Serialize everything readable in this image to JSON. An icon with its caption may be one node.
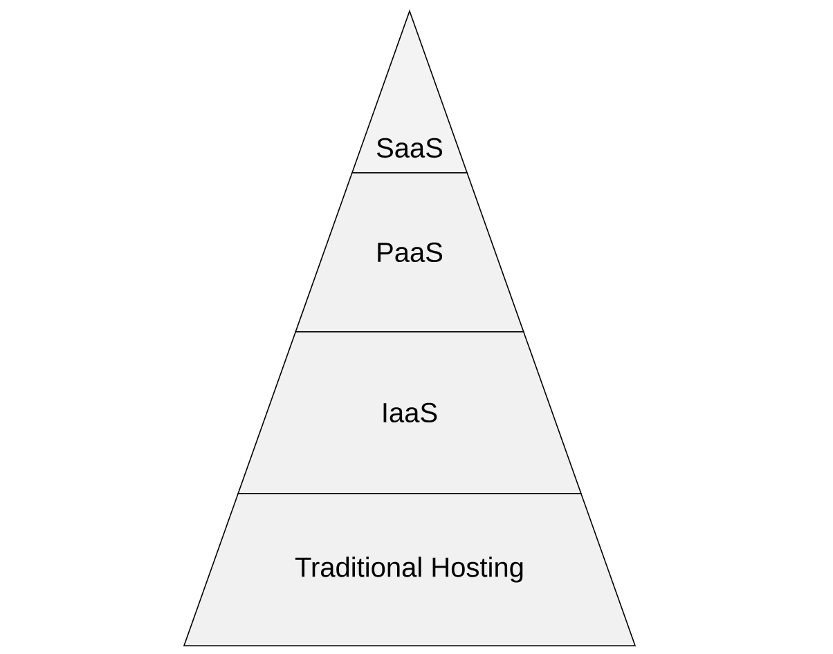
{
  "diagram": {
    "nodes": [
      {
        "text": [
          "SaaS"
        ]
      },
      {
        "text": [
          "PaaS"
        ]
      },
      {
        "text": [
          "IaaS"
        ]
      },
      {
        "text": [
          "Traditional Hosting"
        ]
      }
    ]
  }
}
